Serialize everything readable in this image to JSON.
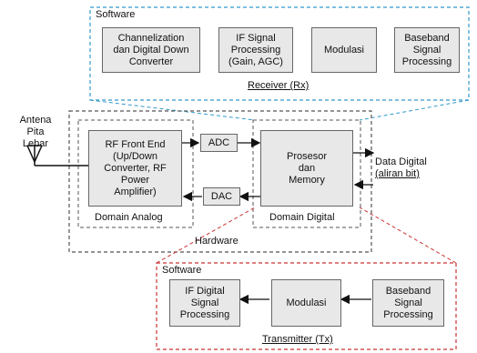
{
  "receiver": {
    "software_label": "Software",
    "blocks": [
      "Channelization\ndan Digital Down\nConverter",
      "IF Signal\nProcessing\n(Gain, AGC)",
      "Modulasi",
      "Baseband\nSignal\nProcessing"
    ],
    "caption": "Receiver (Rx)"
  },
  "antenna": {
    "label": "Antena\nPita Lebar"
  },
  "hardware": {
    "label": "Hardware",
    "rf_front_end": "RF Front End\n(Up/Down\nConverter, RF\nPower\nAmplifier)",
    "domain_analog": "Domain Analog",
    "adc": "ADC",
    "dac": "DAC",
    "processor": "Prosesor\ndan\nMemory",
    "domain_digital": "Domain Digital"
  },
  "data_digital": {
    "label": "Data Digital",
    "sub": "(aliran bit)"
  },
  "transmitter": {
    "software_label": "Software",
    "blocks": [
      "IF Digital\nSignal\nProcessing",
      "Modulasi",
      "Baseband\nSignal\nProcessing"
    ],
    "caption": "Transmitter (Tx)"
  },
  "colors": {
    "receiver_border": "#3399cc",
    "transmitter_border": "#cc3333",
    "hardware_border": "#555555",
    "block_fill": "#e8e8e8"
  }
}
